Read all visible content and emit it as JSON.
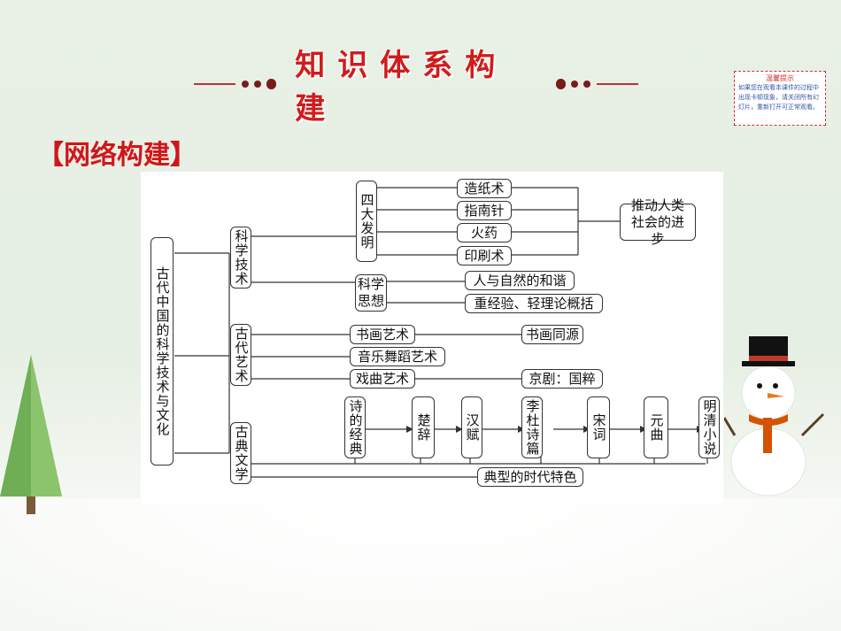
{
  "header": {
    "title": "知识体系构建"
  },
  "tip": {
    "title": "温馨提示",
    "body": "如果您在观看本课件的过程中出现卡顿现象，请关闭所有幻灯片，重新打开可正常观看。"
  },
  "section": {
    "label": "【网络构建】"
  },
  "diagram": {
    "root": "古代中国的科学技术与文化",
    "science": "科学技术",
    "four_inventions": "四大发明",
    "papermaking": "造纸术",
    "compass": "指南针",
    "gunpowder": "火药",
    "printing": "印刷术",
    "progress": "推动人类社会的进步",
    "sci_thought": "科学思想",
    "harmony": "人与自然的和谐",
    "experience": "重经验、轻理论概括",
    "art": "古代艺术",
    "calligraphy": "书画艺术",
    "same_origin": "书画同源",
    "music": "音乐舞蹈艺术",
    "opera": "戏曲艺术",
    "peking_opera": "京剧：国粹",
    "literature": "古典文学",
    "shijing": "诗的经典",
    "chuci": "楚辞",
    "hanfu": "汉赋",
    "lidu": "李杜诗篇",
    "songci": "宋词",
    "yuanqu": "元曲",
    "mingqing": "明清小说",
    "era": "典型的时代特色"
  },
  "colors": {
    "title": "#d01c1c",
    "section": "#d0161b",
    "line": "#333333"
  }
}
